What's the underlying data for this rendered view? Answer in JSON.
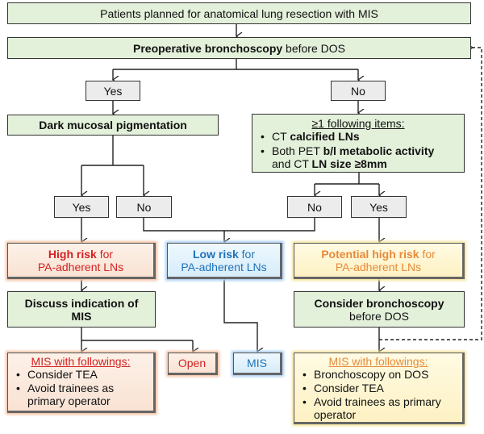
{
  "start": {
    "text": "Patients planned for anatomical lung resection with MIS"
  },
  "bronch": {
    "bold": "Preoperative bronchoscopy",
    "rest": " before DOS"
  },
  "decision1": {
    "yes": "Yes",
    "no": "No"
  },
  "pigmentation": {
    "text": "Dark mucosal pigmentation"
  },
  "criteria": {
    "title": "≥1 following items:",
    "item1_pre": "CT ",
    "item1_bold": "calcified LNs",
    "item2_pre": "Both PET ",
    "item2_bold": "b/l metabolic activity",
    "item2_mid": "and CT ",
    "item2_bold2": "LN size ≥8mm"
  },
  "decision2": {
    "yes": "Yes",
    "no": "No"
  },
  "decision3": {
    "no": "No",
    "yes": "Yes"
  },
  "high_risk": {
    "bold": "High risk",
    "rest": " for",
    "line2": "PA-adherent LNs",
    "color": "#d32222"
  },
  "low_risk": {
    "bold": "Low risk",
    "rest": " for",
    "line2": "PA-adherent LNs",
    "color": "#1f72b8"
  },
  "potential_risk": {
    "bold": "Potential high risk",
    "rest": " for",
    "line2": "PA-adherent LNs",
    "color": "#e68a3a"
  },
  "discuss": {
    "line1": "Discuss indication of",
    "line2": "MIS"
  },
  "consider": {
    "bold": "Consider bronchoscopy",
    "line2": "before DOS"
  },
  "mis_left": {
    "title": "MIS with followings:",
    "items": [
      "Consider TEA",
      "Avoid trainees as primary operator"
    ]
  },
  "open": {
    "text": "Open"
  },
  "mis": {
    "text": "MIS"
  },
  "mis_right": {
    "title": "MIS with followings:",
    "items": [
      "Bronchoscopy on DOS",
      "Consider TEA",
      "Avoid trainees as primary operator"
    ]
  }
}
